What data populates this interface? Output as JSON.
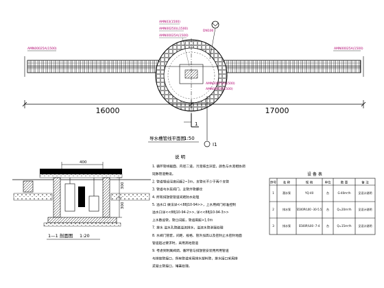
{
  "plan": {
    "dim_left": "16000",
    "dim_right": "17000",
    "section_marker": "1",
    "title": "导水槽管线平面图",
    "scale": "1:50",
    "ann_left": "AMN00025A(1500)",
    "ann_right": "AMN00025A(1500)",
    "ann_center_1": "AMN03(1500)",
    "ann_center_2": "AMN00250(L1500)",
    "ann_center_3": "AMN00025A(1500)",
    "ann_mid_1": "AMN00025A(1500)",
    "ann_mid_2": "AMN00030(1500)",
    "pipe_label": "DN100",
    "bottom_marker": "I1"
  },
  "section": {
    "dim_top": "400",
    "dim_right_1": "300",
    "dim_right_2": "300",
    "title": "1—1 剖面图",
    "scale": "1:20"
  },
  "notes": {
    "title": "说 明",
    "lines": [
      "1. 循环管线截面、内径二道，污泥排出深度，颜色与水泥相协调",
      "   延脉管道敷设。",
      "2. 管道埋设深度间距2~3m，支管长不少于两个支管",
      "3. 管道与水泵阀门，主管外管螺纹",
      "4. 所有排放管管道间距防水处理",
      "5. 溢水口 做法详<<88J10-94>>，上水用阀门标准控制",
      "   溢水口详<<88J10-94-2>>, 详<<88J10-94-3>>",
      "   上水敷设管，管口间距，管道用距>1.0m",
      "7. 排水 溢水孔管路溢流排水，溢流水管渗漏处理",
      "8. 水阀门管套，间距、规格、管外加高以及密封止水密封地面",
      "   管道超过要求时，采用高地管道",
      "9. 考虑到附属阀调，循环管与排放管安装用所用管道",
      "   与排放管接口，所有管道采用排水塑料管，排水接口采用排",
      "   泥凝土管接口，堵塞处理。"
    ]
  },
  "legend": {
    "title": "设 备 表",
    "headers": [
      "序号",
      "名 称",
      "规 格",
      "单位",
      "数 量",
      "备 注"
    ],
    "rows": [
      [
        "1",
        "潜水泵",
        "YQ-40",
        "台",
        "G-40m³/h",
        "见设计说明"
      ],
      [
        "2",
        "排水泵",
        "S500P/L00 -30-5.5",
        "台",
        "Q=20m³/h",
        "见设计说明"
      ],
      [
        "3",
        "排水泵",
        "S500P/L00 -7-4",
        "台",
        "Q=15m³/h",
        "见设计说明"
      ]
    ]
  },
  "colors": {
    "line": "#000000",
    "annotation": "#b0006e",
    "background": "#ffffff"
  }
}
